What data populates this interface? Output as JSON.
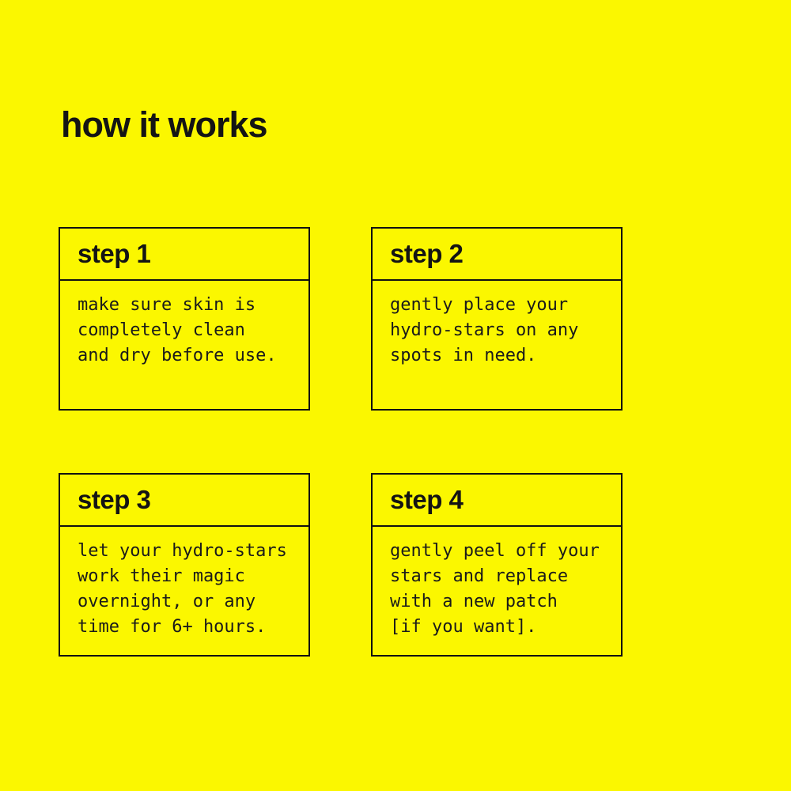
{
  "page": {
    "background_color": "#FBF700",
    "ink_color": "#141414"
  },
  "title": "how it works",
  "steps": [
    {
      "label": "step 1",
      "body": "make sure skin is\ncompletely clean\nand dry before use."
    },
    {
      "label": "step 2",
      "body": "gently place your\nhydro-stars on any\nspots in need."
    },
    {
      "label": "step 3",
      "body": "let your hydro-stars\nwork their magic\novernight, or any\ntime for 6+ hours."
    },
    {
      "label": "step 4",
      "body": "gently peel off your\nstars and replace\nwith a new patch\n[if you want]."
    }
  ]
}
